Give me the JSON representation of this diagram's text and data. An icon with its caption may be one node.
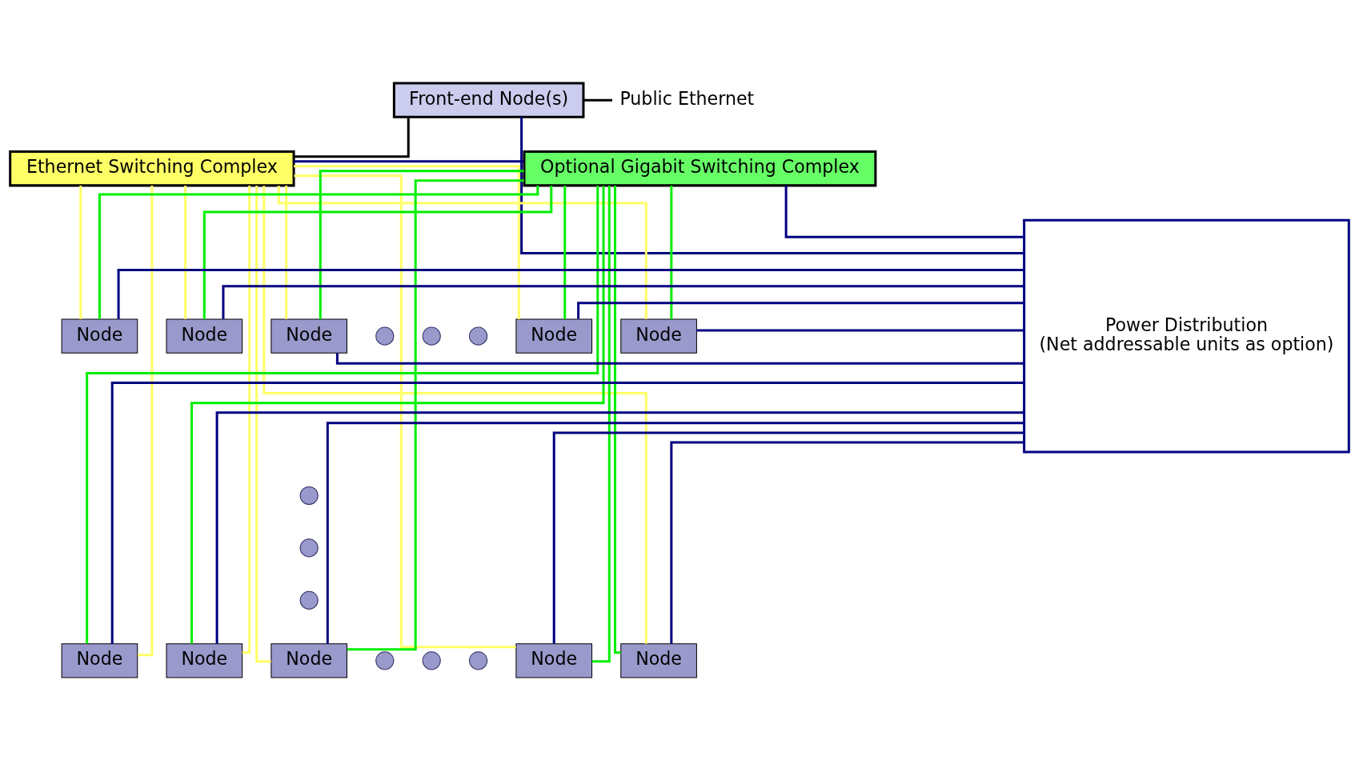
{
  "diagram": {
    "nodes": [
      {
        "text": [
          "Front-end Node(s)"
        ]
      },
      {
        "text": [
          "Public Ethernet"
        ]
      },
      {
        "text": [
          "Ethernet Switching Complex"
        ]
      },
      {
        "text": [
          "Optional Gigabit Switching Complex"
        ]
      },
      {
        "text": [
          "Power Distribution",
          "(Net addressable units as option)"
        ]
      },
      {
        "text": [
          "Node"
        ]
      },
      {
        "text": [
          "Node"
        ]
      },
      {
        "text": [
          "Node"
        ]
      },
      {
        "text": [],
        "shape": "circle"
      },
      {
        "text": [],
        "shape": "circle"
      },
      {
        "text": [],
        "shape": "circle"
      },
      {
        "text": [
          "Node"
        ]
      },
      {
        "text": [
          "Node"
        ]
      },
      {
        "text": [],
        "shape": "circle"
      },
      {
        "text": [],
        "shape": "circle"
      },
      {
        "text": [],
        "shape": "circle"
      },
      {
        "text": [
          "Node"
        ]
      },
      {
        "text": [
          "Node"
        ]
      },
      {
        "text": [
          "Node"
        ]
      },
      {
        "text": [],
        "shape": "circle"
      },
      {
        "text": [],
        "shape": "circle"
      },
      {
        "text": [],
        "shape": "circle"
      },
      {
        "text": [
          "Node"
        ]
      },
      {
        "text": [
          "Node"
        ]
      }
    ],
    "edges": [
      {
        "from": 0,
        "to": 1,
        "arrow": "none",
        "color": "#000000"
      },
      {
        "from": 0,
        "to": 4,
        "arrow": "none"
      },
      {
        "from": 0,
        "to": 2,
        "arrow": "none",
        "color": "#000000"
      },
      {
        "from": 2,
        "to": 3,
        "arrow": "none"
      },
      {
        "from": 3,
        "to": 4,
        "arrow": "none"
      },
      {
        "from": 2,
        "to": 5,
        "arrow": "none",
        "color": "#ffff66"
      },
      {
        "from": 2,
        "to": 6,
        "arrow": "none",
        "color": "#ffff66"
      },
      {
        "from": 2,
        "to": 7,
        "arrow": "none",
        "color": "#ffff66"
      },
      {
        "from": 2,
        "to": 11,
        "arrow": "none",
        "color": "#ffff66"
      },
      {
        "from": 2,
        "to": 12,
        "arrow": "none",
        "color": "#ffff66"
      },
      {
        "from": 2,
        "to": 16,
        "arrow": "none",
        "color": "#ffff66"
      },
      {
        "from": 2,
        "to": 17,
        "arrow": "none",
        "color": "#ffff66"
      },
      {
        "from": 2,
        "to": 18,
        "arrow": "none",
        "color": "#ffff66"
      },
      {
        "from": 2,
        "to": 22,
        "arrow": "none",
        "color": "#ffff66"
      },
      {
        "from": 2,
        "to": 23,
        "arrow": "none",
        "color": "#ffff66"
      },
      {
        "from": 3,
        "to": 5,
        "arrow": "none",
        "color": "#00ee00"
      },
      {
        "from": 3,
        "to": 6,
        "arrow": "none",
        "color": "#00ee00"
      },
      {
        "from": 3,
        "to": 7,
        "arrow": "none",
        "color": "#00ee00"
      },
      {
        "from": 3,
        "to": 11,
        "arrow": "none",
        "color": "#00ee00"
      },
      {
        "from": 3,
        "to": 12,
        "arrow": "none",
        "color": "#00ee00"
      },
      {
        "from": 3,
        "to": 16,
        "arrow": "none",
        "color": "#00ee00"
      },
      {
        "from": 3,
        "to": 17,
        "arrow": "none",
        "color": "#00ee00"
      },
      {
        "from": 3,
        "to": 18,
        "arrow": "none",
        "color": "#00ee00"
      },
      {
        "from": 3,
        "to": 22,
        "arrow": "none",
        "color": "#00ee00"
      },
      {
        "from": 3,
        "to": 23,
        "arrow": "none",
        "color": "#00ee00"
      },
      {
        "from": 4,
        "to": 5,
        "arrow": "none"
      },
      {
        "from": 4,
        "to": 6,
        "arrow": "none"
      },
      {
        "from": 4,
        "to": 7,
        "arrow": "none"
      },
      {
        "from": 4,
        "to": 11,
        "arrow": "none"
      },
      {
        "from": 4,
        "to": 12,
        "arrow": "none"
      },
      {
        "from": 4,
        "to": 16,
        "arrow": "none"
      },
      {
        "from": 4,
        "to": 17,
        "arrow": "none"
      },
      {
        "from": 4,
        "to": 18,
        "arrow": "none"
      },
      {
        "from": 4,
        "to": 22,
        "arrow": "none"
      },
      {
        "from": 4,
        "to": 23,
        "arrow": "none"
      }
    ]
  }
}
